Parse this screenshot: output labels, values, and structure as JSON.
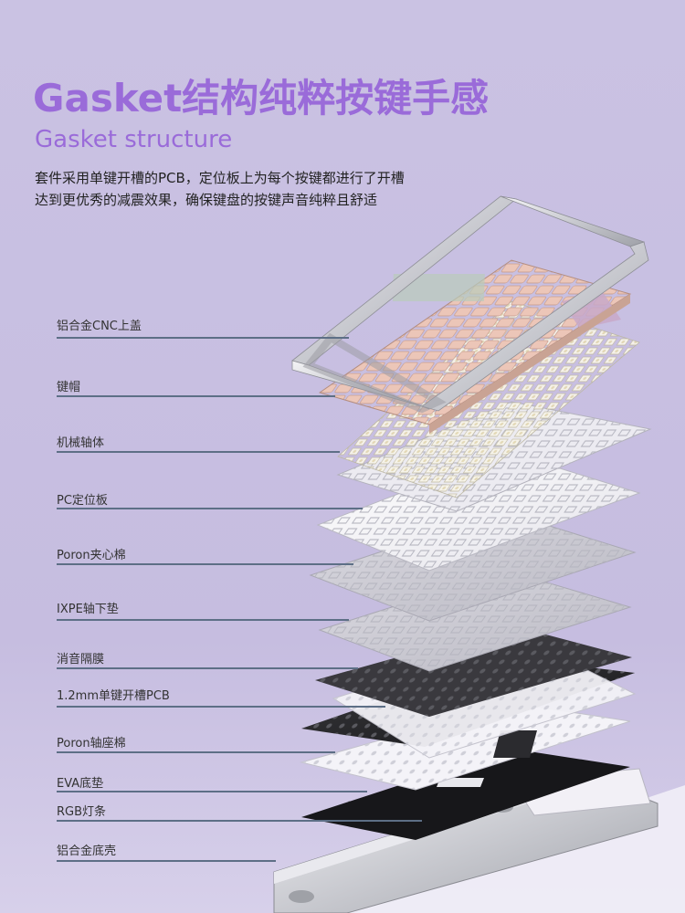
{
  "header": {
    "title": "Gasket结构纯粹按键手感",
    "subtitle": "Gasket structure",
    "description_line1": "套件采用单键开槽的PCB，定位板上为每个按键都进行了开槽",
    "description_line2": "达到更优秀的减震效果，确保键盘的按键声音纯粹且舒适"
  },
  "layers": [
    {
      "label": "铝合金CNC上盖"
    },
    {
      "label": "键帽"
    },
    {
      "label": "机械轴体"
    },
    {
      "label": "PC定位板"
    },
    {
      "label": "Poron夹心棉"
    },
    {
      "label": "IXPE轴下垫"
    },
    {
      "label": "消音隔膜"
    },
    {
      "label": "1.2mm单键开槽PCB"
    },
    {
      "label": "Poron轴座棉"
    },
    {
      "label": "EVA底垫"
    },
    {
      "label": "RGB灯条"
    },
    {
      "label": "铝合金底壳"
    }
  ],
  "colors": {
    "background": "#c9c1e2",
    "title": "#9a6bd9",
    "rule": "#5d6f86",
    "keycap_pink": "#e7c1b3",
    "keycap_green": "#b9ccba",
    "keycap_lilac": "#c8a8c8"
  }
}
